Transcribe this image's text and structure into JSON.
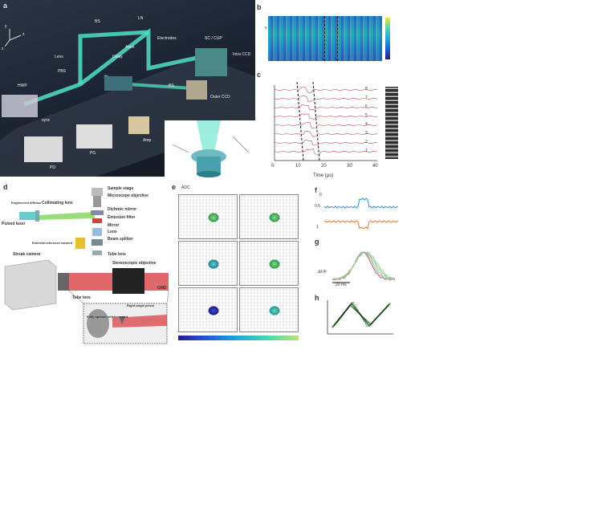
{
  "panel_a": {
    "letter": "a",
    "labels": [
      "BS",
      "LN",
      "Electrodes",
      "SC / CUP",
      "Intro CCD",
      "Lens",
      "PBS",
      "Delay",
      "Axon",
      "BS",
      "Outer CCD",
      "HWP",
      "sync",
      "Amp",
      "PG",
      "PD"
    ],
    "axes": [
      "y",
      "z",
      "x"
    ]
  },
  "panel_b": {
    "letter": "b",
    "axis_label": "x",
    "colormap": "viridis"
  },
  "panel_c": {
    "letter": "c",
    "xlabel": "Time (μs)",
    "xticks": [
      "0",
      "10",
      "20",
      "30",
      "40"
    ],
    "traces": [
      "8",
      "7",
      "6",
      "5",
      "4",
      "3",
      "2",
      "1"
    ]
  },
  "panel_d": {
    "letter": "d",
    "labels": [
      "Collimating lens",
      "Engineered diffuser",
      "Pulsed laser",
      "Sample stage",
      "Microscope objective",
      "Dichroic mirror",
      "Emission filter",
      "Mirror",
      "Lens",
      "Beam splitter",
      "External reference camera",
      "Tube lens",
      "Streak camera",
      "Stereoscopic objective",
      "Tube lens",
      "GMD",
      "Right-angle prism",
      "Fully opened entrance port"
    ]
  },
  "panel_e": {
    "letter": "e",
    "tag": "ADC",
    "cbar_label": "",
    "tiles": 6
  },
  "panel_f": {
    "letter": "f",
    "yticks": [
      "0.5",
      "1"
    ],
    "marker": "0"
  },
  "panel_g": {
    "letter": "g",
    "ylabel": "ΔF/F",
    "scale_label": "20 ms"
  },
  "panel_h": {
    "letter": "h"
  },
  "colors": {
    "dark_bg": "#1b2330",
    "beam": "#4fe0c6",
    "cyan_trace": "#2b8fd0",
    "orange_trace": "#e07a2c",
    "green_line": "#2f8a2f",
    "red_beam": "#d8343a"
  }
}
